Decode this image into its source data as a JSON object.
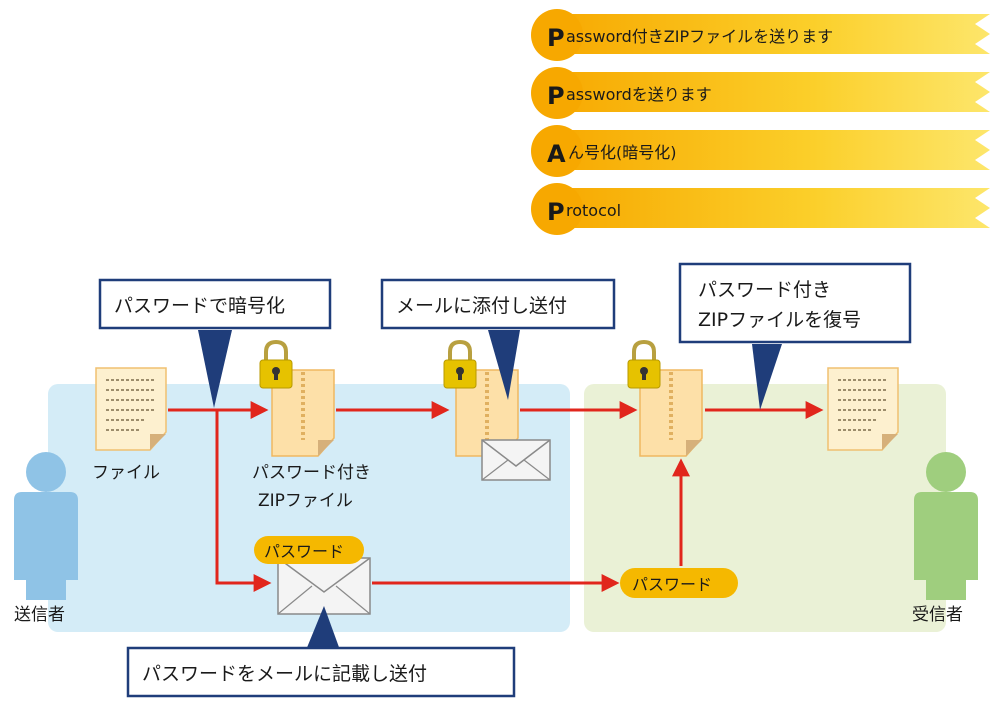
{
  "acronym_list": [
    {
      "letter": "P",
      "text": "assword付きZIPファイルを送ります"
    },
    {
      "letter": "P",
      "text": "asswordを送ります"
    },
    {
      "letter": "A",
      "text": "ん号化(暗号化)"
    },
    {
      "letter": "P",
      "text": "rotocol"
    }
  ],
  "sender_label": "送信者",
  "receiver_label": "受信者",
  "file_label": "ファイル",
  "zip_label_line1": "パスワード付き",
  "zip_label_line2": "ZIPファイル",
  "callout_encrypt": "パスワードで暗号化",
  "callout_attach": "メールに添付し送付",
  "callout_decrypt_line1": "パスワード付き",
  "callout_decrypt_line2": "ZIPファイルを復号",
  "callout_password_mail": "パスワードをメールに記載し送付",
  "password_badge_envelope": "パスワード",
  "password_badge_receiver": "パスワード",
  "colors": {
    "sender_area": "#d4ecf7",
    "receiver_area": "#eaf1d6",
    "arrow": "#e1261c",
    "callout_border": "#1f3d7a",
    "badge": "#f5b800",
    "person_sender": "#8fc3e6",
    "person_receiver": "#9fce7e",
    "lock": "#e6c200"
  }
}
